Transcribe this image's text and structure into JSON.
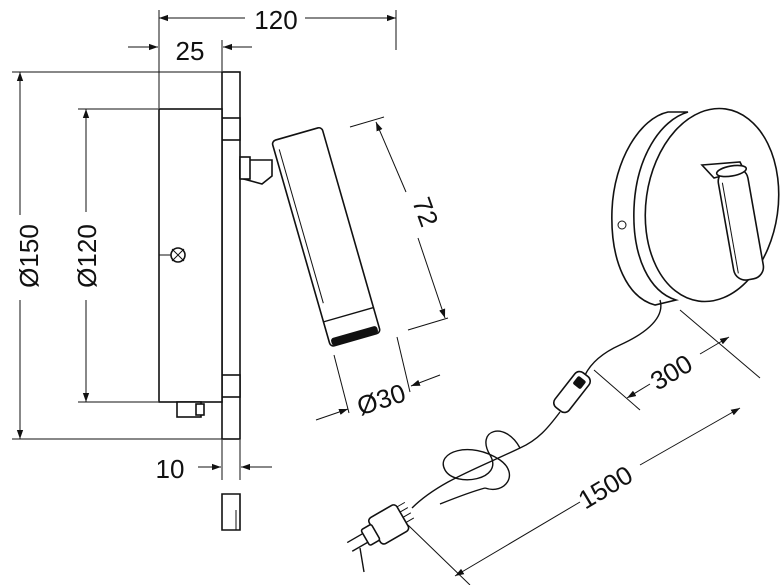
{
  "dimensions": {
    "width_total": "120",
    "depth_base": "25",
    "diameter_base": "Ø150",
    "diameter_inner": "Ø120",
    "head_length": "72",
    "head_diameter": "Ø30",
    "plate_thickness": "10",
    "cable_to_switch": "300",
    "cable_total": "1500"
  }
}
